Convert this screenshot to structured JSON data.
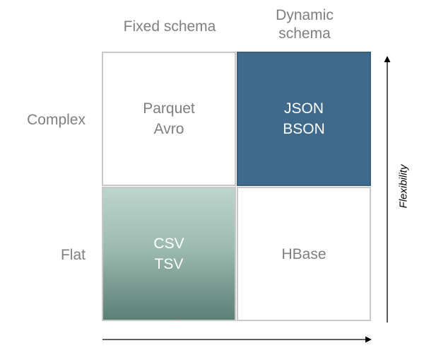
{
  "columns": {
    "fixed": "Fixed schema",
    "dynamic_line1": "Dynamic",
    "dynamic_line2": "schema"
  },
  "rows": {
    "complex": "Complex",
    "flat": "Flat"
  },
  "cells": {
    "complex_fixed": [
      "Parquet",
      "Avro"
    ],
    "complex_dynamic": [
      "JSON",
      "BSON"
    ],
    "flat_fixed": [
      "CSV",
      "TSV"
    ],
    "flat_dynamic": [
      "HBase"
    ]
  },
  "axis": {
    "y_label": "Flexibility"
  },
  "colors": {
    "text_gray": "#7f7f7f",
    "dark_blue": "#3f6a8c",
    "green_top": "#bcd5cc",
    "green_bottom": "#5c7f76",
    "grid_border": "#c8c8c8"
  }
}
